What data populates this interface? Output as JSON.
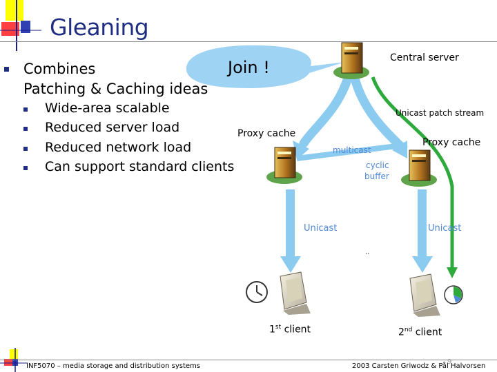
{
  "slide": {
    "title": "Gleaning",
    "bullet_main_line1": "Combines",
    "bullet_main_line2": "Patching & Caching ideas",
    "sub_bullets": [
      "Wide-area scalable",
      "Reduced server load",
      "Reduced network load",
      "Can support standard clients"
    ]
  },
  "diagram": {
    "join_label": "Join !",
    "central_server": "Central server",
    "unicast_patch_stream": "Unicast patch stream",
    "proxy_cache_left": "Proxy cache",
    "proxy_cache_right": "Proxy cache",
    "multicast": "multicast",
    "cyclic_buffer_line1": "cyclic",
    "cyclic_buffer_line2": "buffer",
    "unicast_left": "Unicast",
    "unicast_right": "Unicast",
    "client1_pre": "1",
    "client1_sup": "st",
    "client1_post": " client",
    "client2_pre": "2",
    "client2_sup": "nd",
    "client2_post": " client",
    "mid_mark": ".."
  },
  "footer": {
    "left": "INF5070 – media storage and distribution systems",
    "right": "2003  Carsten Griwodz & Pål Halvorsen",
    "page_number": "9"
  },
  "colors": {
    "title": "#1f2e82",
    "arrow_blue": "#8ccbf0",
    "arrow_green": "#2eaa3c",
    "label_blue": "#4e87d6",
    "speech_bubble": "#9ed3f3"
  }
}
